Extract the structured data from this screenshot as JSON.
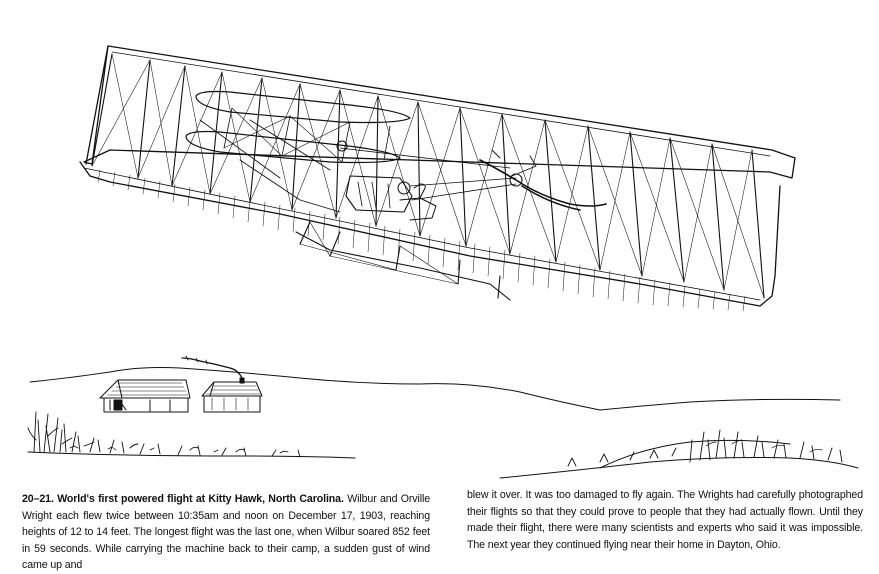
{
  "caption": {
    "number": "20–21.",
    "title": "World's first powered flight at Kitty Hawk, North Carolina.",
    "left_text": "Wilbur and Orville Wright each flew twice between 10:35am and noon on December 17, 1903, reaching heights of 12 to 14 feet. The longest flight was the last one, when Wilbur soared 852 feet in 59 seconds. While carrying the machine back to their camp, a sudden gust of wind came up and",
    "right_text": "blew it over. It was too damaged to fly again. The Wrights had carefully photographed their flights so that they could prove to people that they had actually flown. Until they made their flight, there were many scientists and experts who said it was impossible. The next year they continued flying near their home in Dayton, Ohio."
  }
}
